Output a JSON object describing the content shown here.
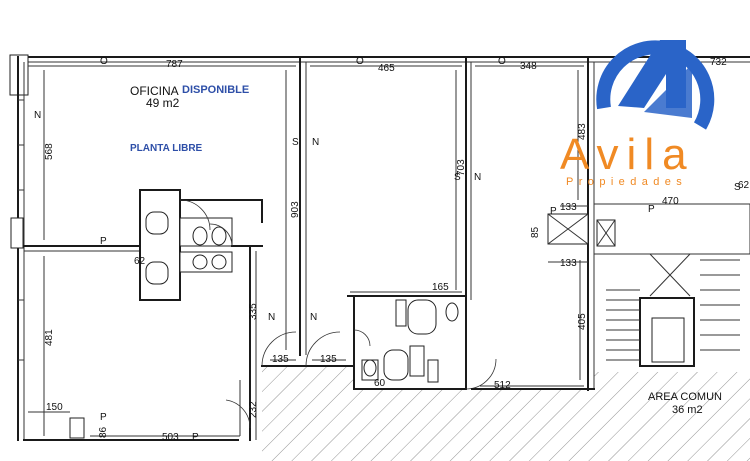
{
  "unit_a": {
    "title": "OFICINA",
    "status": "DISPONIBLE",
    "area": "49 m2",
    "note": "PLANTA LIBRE"
  },
  "common_area": {
    "title": "AREA COMUN",
    "area": "36 m2"
  },
  "dimensions": {
    "top_left_width": "787",
    "top_mid_width": "465",
    "top_right_width": "348",
    "far_right_width": "732",
    "left_height": "568",
    "lower_left_height": "481",
    "mid_height": "903",
    "shaft_height": "703",
    "right_height": "483",
    "stair_top": "133",
    "stair_right": "470",
    "stair_bottom": "133",
    "stair_side": "85",
    "right_lower_height": "405",
    "corridor_height": "335",
    "door_a": "135",
    "door_b": "135",
    "bath_width": "165",
    "bottom_right": "512",
    "wc_left": "62",
    "wc_right": "60",
    "bottom_left": "150",
    "bottom_mid": "503",
    "bottom_small": "86",
    "bottom_height": "232",
    "edge_value": "62"
  },
  "wall_marks": {
    "north": "N",
    "south": "S",
    "west": "O",
    "pillar": "P"
  },
  "logo": {
    "word": "Avila",
    "tagline": "Propiedades",
    "color_blue": "#2a64c8",
    "color_orange": "#f08a24"
  }
}
